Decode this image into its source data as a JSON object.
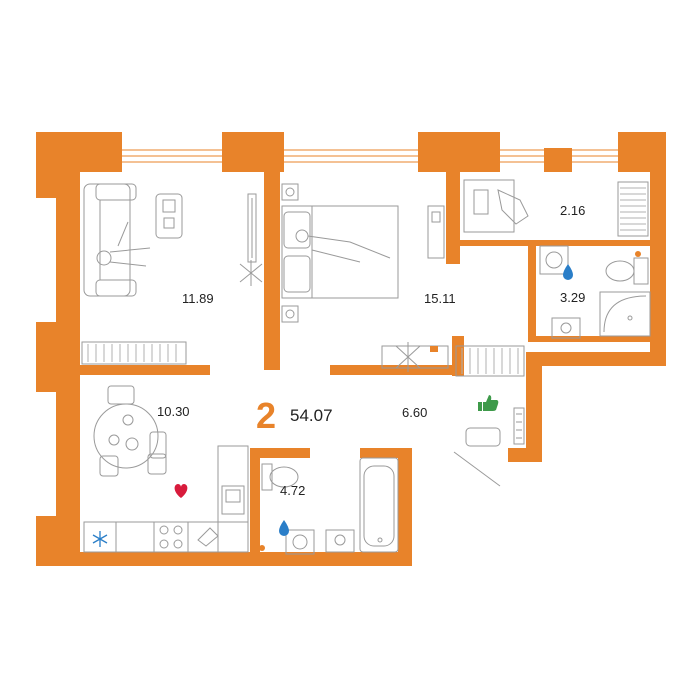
{
  "colors": {
    "wall": "#e8832a",
    "outline": "#444444",
    "furniture": "#9a9a9a",
    "heart": "#d81b3c",
    "thumb": "#3e9a4a",
    "drop": "#2a7ec8",
    "snow": "#2a7ec8",
    "rooms_count": "#e8832a"
  },
  "plan": {
    "rooms_count": "2",
    "total_area": "54.07",
    "rooms": [
      {
        "id": "living-room",
        "area": "11.89"
      },
      {
        "id": "bedroom",
        "area": "15.11"
      },
      {
        "id": "closet",
        "area": "2.16"
      },
      {
        "id": "bathroom",
        "area": "3.29"
      },
      {
        "id": "kitchen",
        "area": "10.30"
      },
      {
        "id": "hallway",
        "area": "6.60"
      },
      {
        "id": "bath",
        "area": "4.72"
      }
    ]
  },
  "icons": [
    "heart-icon",
    "thumbs-up-icon",
    "water-drop-icon",
    "snowflake-icon",
    "window-icon"
  ]
}
